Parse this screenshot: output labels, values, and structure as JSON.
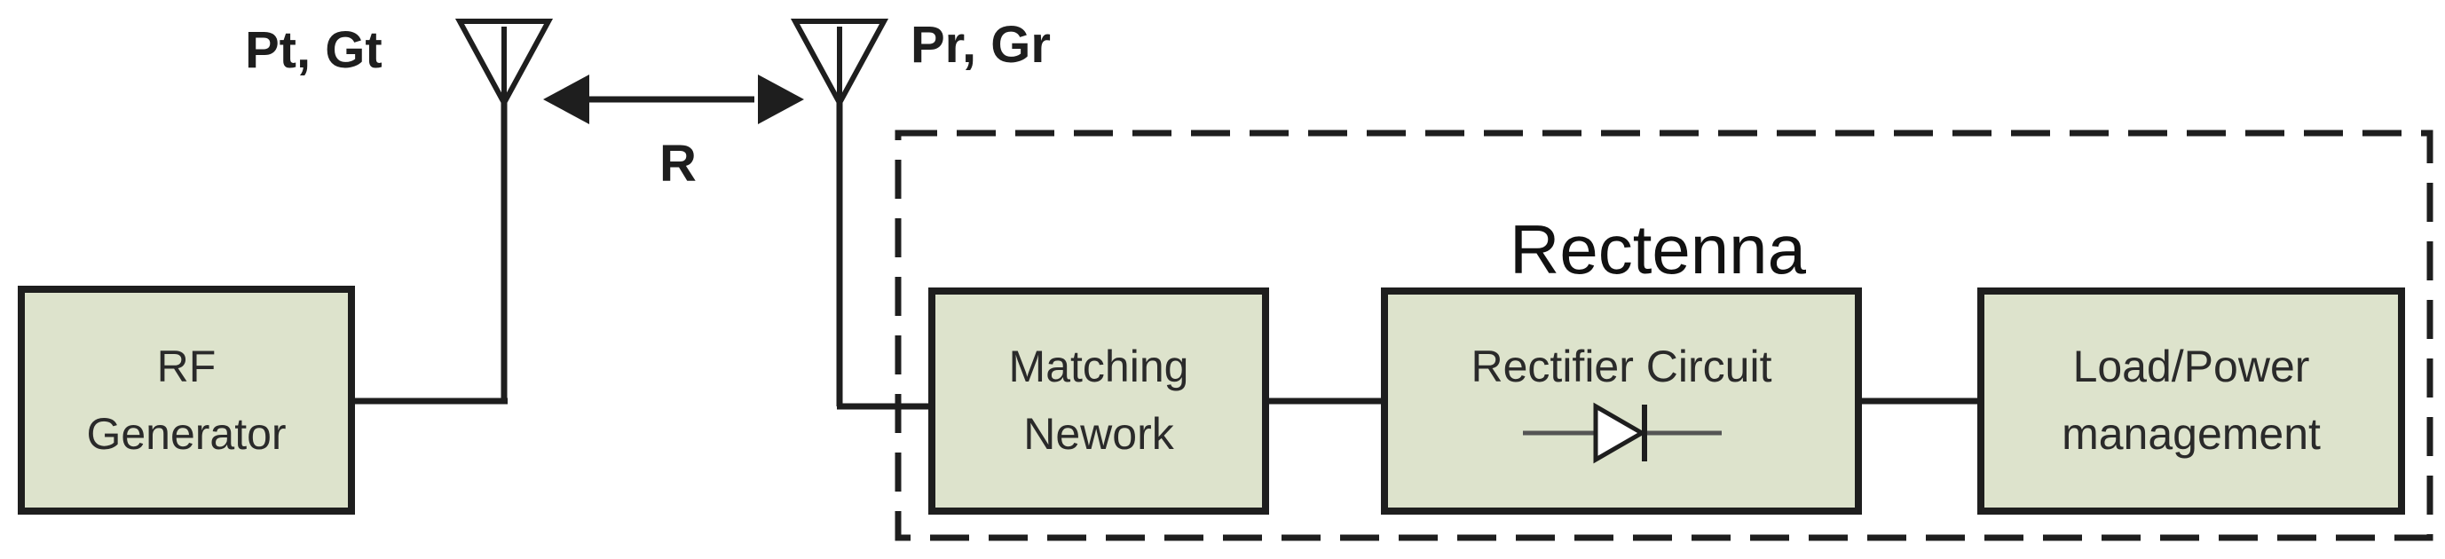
{
  "transmitter": {
    "label": "Pt, Gt",
    "generator_line1": "RF",
    "generator_line2": "Generator"
  },
  "link": {
    "label": "R"
  },
  "receiver": {
    "label": "Pr, Gr"
  },
  "rectenna": {
    "title": "Rectenna",
    "matching_line1": "Matching",
    "matching_line2": "Nework",
    "rectifier_label": "Rectifier Circuit",
    "load_line1": "Load/Power",
    "load_line2": "management"
  },
  "colors": {
    "box_fill": "#dde3cc",
    "stroke": "#1e1e1e"
  }
}
